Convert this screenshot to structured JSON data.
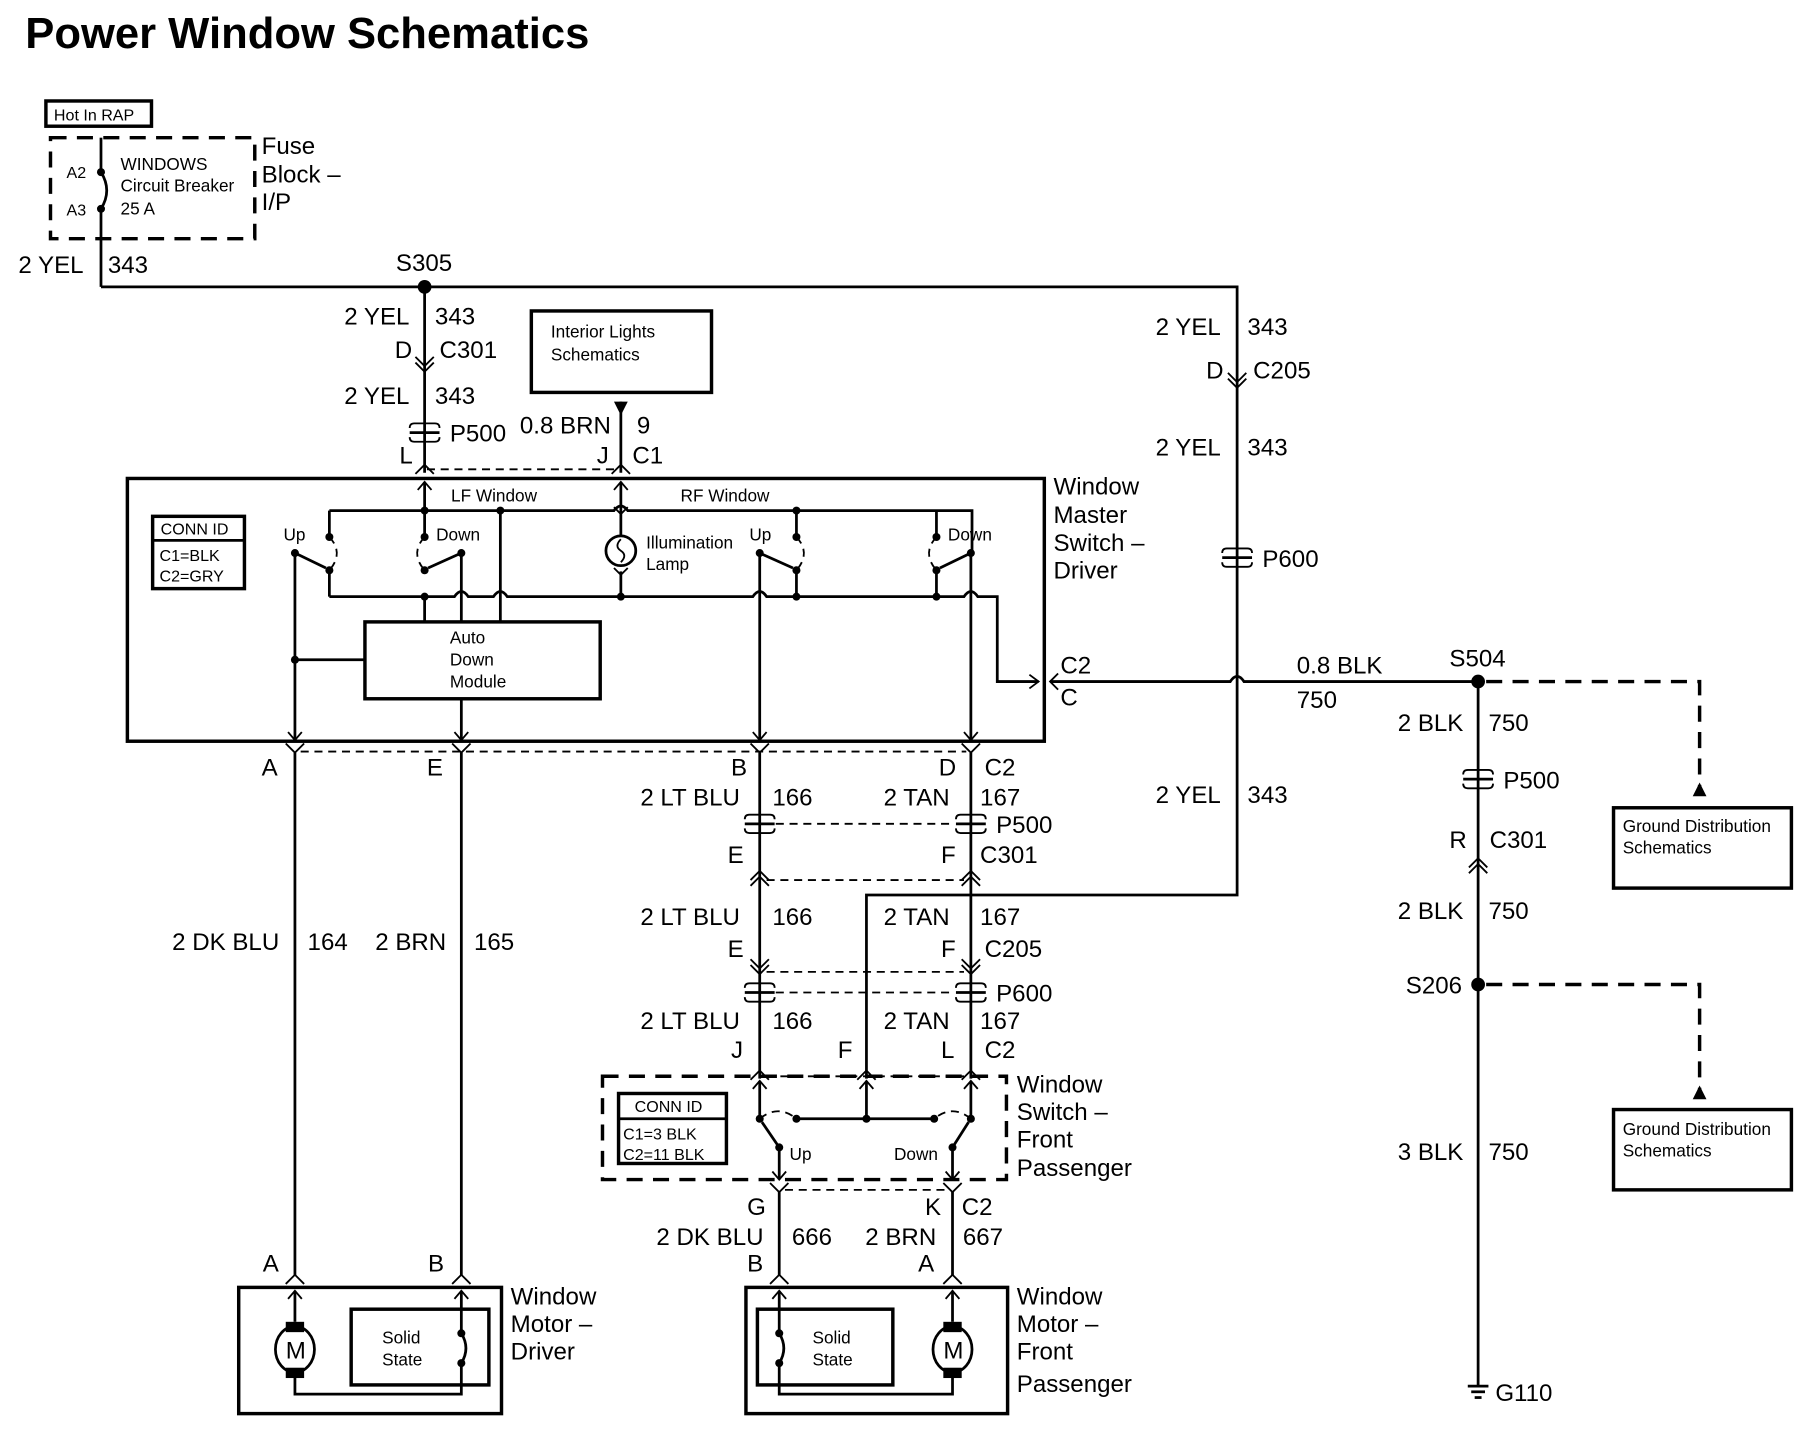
{
  "title": "Power Window Schematics",
  "fuse_block": {
    "tag": "Hot In RAP",
    "pins": [
      "A2",
      "A3"
    ],
    "breaker_line1": "WINDOWS",
    "breaker_line2": "Circuit Breaker",
    "breaker_line3": "25 A",
    "label_line1": "Fuse",
    "label_line2": "Block –",
    "label_line3": "I/P"
  },
  "feed": {
    "wire": "2 YEL",
    "circuit": "343"
  },
  "splices": {
    "s305": "S305",
    "s504": "S504",
    "s206": "S206",
    "g110": "G110"
  },
  "left_branch": {
    "wire1": "2 YEL",
    "circ1": "343",
    "pin1": "D",
    "conn1": "C301",
    "wire2": "2 YEL",
    "circ2": "343",
    "inline": "P500",
    "pin2": "L"
  },
  "interior_lights": {
    "line1": "Interior Lights",
    "line2": "Schematics",
    "wire": "0.8 BRN",
    "circuit": "9",
    "pin": "J",
    "conn": "C1"
  },
  "right_feed": {
    "wire1": "2 YEL",
    "circ1": "343",
    "pin": "D",
    "conn": "C205",
    "wire2": "2 YEL",
    "circ2": "343",
    "inline": "P600",
    "wire3": "2 YEL",
    "circ3": "343"
  },
  "master_switch": {
    "label_line1": "Window",
    "label_line2": "Master",
    "label_line3": "Switch –",
    "label_line4": "Driver",
    "conn_id_title": "CONN ID",
    "conn_id_c1": "C1=BLK",
    "conn_id_c2": "C2=GRY",
    "lf_window": "LF Window",
    "rf_window": "RF Window",
    "up": "Up",
    "down": "Down",
    "lamp_line1": "Illumination",
    "lamp_line2": "Lamp",
    "module_line1": "Auto",
    "module_line2": "Down",
    "module_line3": "Module",
    "ground_conn": "C2",
    "ground_pin": "C",
    "pin_a": "A",
    "pin_e": "E",
    "pin_b": "B",
    "pin_d": "D",
    "conn_c2": "C2"
  },
  "ground": {
    "wire1": "0.8 BLK",
    "circ1": "750",
    "wire2": "2 BLK",
    "circ2": "750",
    "inline": "P500",
    "pin": "R",
    "conn": "C301",
    "wire3": "2 BLK",
    "circ3": "750",
    "wire4": "3 BLK",
    "circ4": "750",
    "ref1_line1": "Ground Distribution",
    "ref1_line2": "Schematics",
    "ref2_line1": "Ground Distribution",
    "ref2_line2": "Schematics"
  },
  "driver_circuits": {
    "wire1": "2 DK BLU",
    "circ1": "164",
    "wire2": "2 BRN",
    "circ2": "165"
  },
  "passenger_feed": {
    "lt_blu": "2 LT BLU",
    "circ_blu": "166",
    "tan": "2 TAN",
    "circ_tan": "167",
    "inline1": "P500",
    "pin_e1": "E",
    "pin_f1": "F",
    "conn1": "C301",
    "pin_e2": "E",
    "pin_f2": "F",
    "conn2": "C205",
    "inline2": "P600",
    "pin_j": "J",
    "pin_f3": "F",
    "pin_l": "L",
    "conn3": "C2"
  },
  "passenger_switch": {
    "label_line1": "Window",
    "label_line2": "Switch –",
    "label_line3": "Front",
    "label_line4": "Passenger",
    "conn_id_title": "CONN ID",
    "conn_id_c1": "C1=3 BLK",
    "conn_id_c2": "C2=11 BLK",
    "up": "Up",
    "down": "Down",
    "pin_g": "G",
    "pin_k": "K",
    "conn": "C2",
    "wire1": "2 DK BLU",
    "circ1": "666",
    "wire2": "2 BRN",
    "circ2": "667"
  },
  "driver_motor": {
    "pin_a": "A",
    "pin_b": "B",
    "motor": "M",
    "solid1": "Solid",
    "solid2": "State",
    "label_line1": "Window",
    "label_line2": "Motor –",
    "label_line3": "Driver"
  },
  "passenger_motor": {
    "pin_b": "B",
    "pin_a": "A",
    "motor": "M",
    "solid1": "Solid",
    "solid2": "State",
    "label_line1": "Window",
    "label_line2": "Motor –",
    "label_line3": "Front",
    "label_line4": "Passenger"
  }
}
